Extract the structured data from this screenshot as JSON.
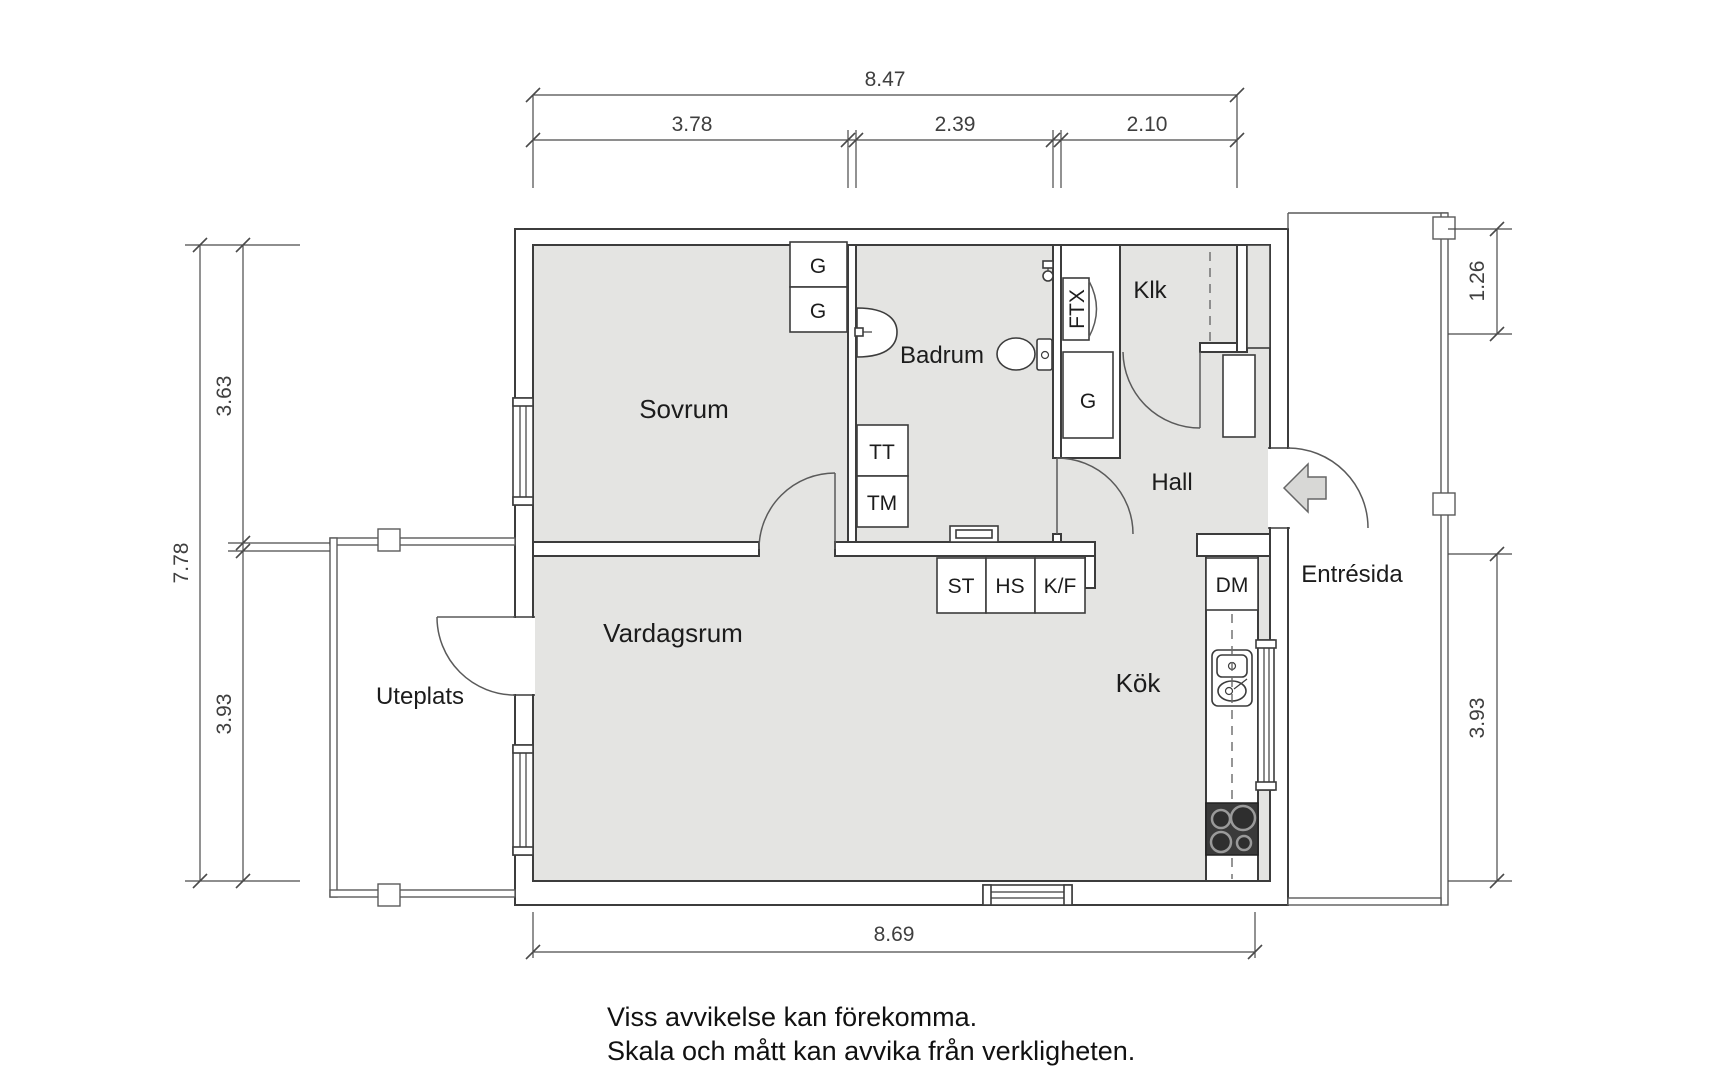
{
  "floorplan": {
    "rooms": {
      "sovrum": "Sovrum",
      "badrum": "Badrum",
      "klk": "Klk",
      "hall": "Hall",
      "kok": "Kök",
      "vardagsrum": "Vardagsrum",
      "uteplats": "Uteplats",
      "entresida": "Entrésida"
    },
    "fixtures": {
      "wardrobe_top": "G",
      "wardrobe_bottom": "G",
      "hall_wardrobe": "G",
      "ftx": "FTX",
      "tt": "TT",
      "tm": "TM",
      "st": "ST",
      "hs": "HS",
      "kf": "K/F",
      "dm": "DM"
    },
    "dimensions": {
      "top_total": "8.47",
      "top_seg1": "3.78",
      "top_seg2": "2.39",
      "top_seg3": "2.10",
      "left_total": "7.78",
      "left_seg1": "3.63",
      "left_seg2": "3.93",
      "right_seg1": "1.26",
      "right_seg2": "3.93",
      "bottom_total": "8.69"
    },
    "footer": {
      "line1": "Viss avvikelse kan förekomma.",
      "line2": "Skala och mått kan avvika från verkligheten."
    },
    "colors": {
      "room_fill": "#e4e4e2",
      "wall_stroke": "#3c3c3c",
      "dim_color": "#4a4a4a",
      "stove_fill": "#3a3a3a",
      "arrow_fill": "#d8d8d6"
    }
  }
}
